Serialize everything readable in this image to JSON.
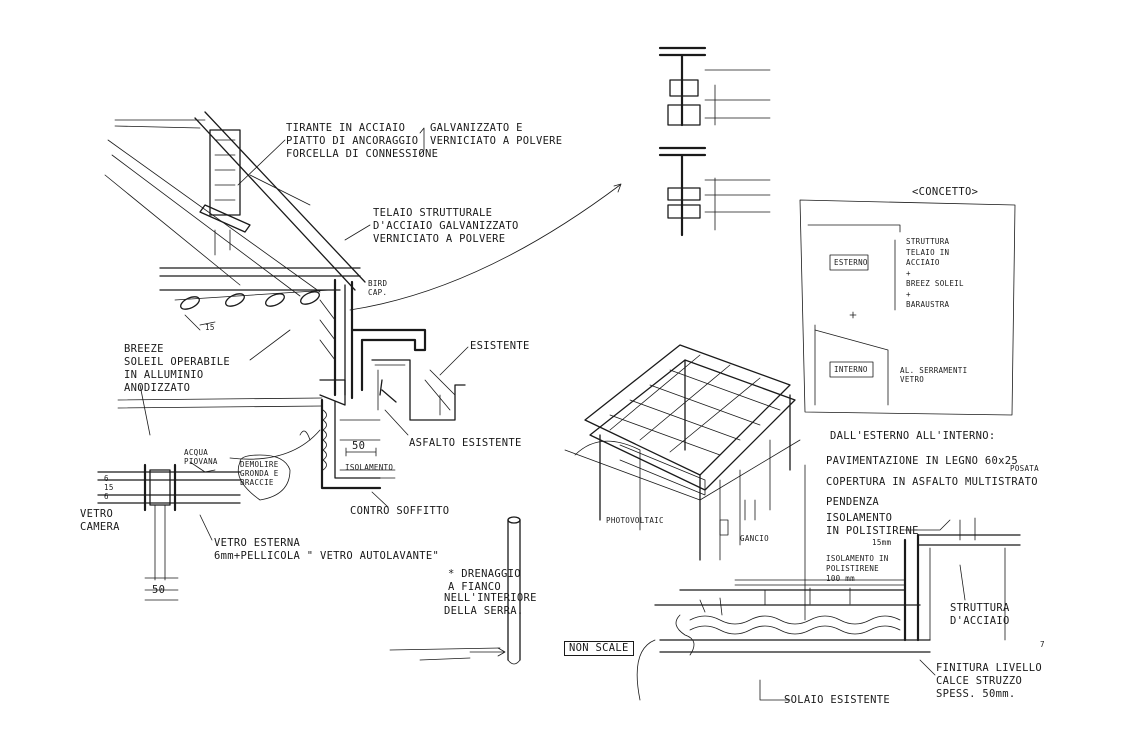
{
  "left_detail": {
    "tirante": [
      "TIRANTE IN ACCIAIO",
      "PIATTO DI ANCORAGGIO",
      "FORCELLA DI CONNESSIONE"
    ],
    "galvanizzato": [
      "GALVANIZZATO E",
      "VERNICIATO A POLVERE"
    ],
    "telaio": [
      "TELAIO STRUTTURALE",
      "D'ACCIAIO GALVANIZZATO",
      "VERNICIATO A POLVERE"
    ],
    "brise": [
      "BREEZE",
      "SOLEIL OPERABILE",
      "IN ALLUMINIO",
      "ANODIZZATO"
    ],
    "esistente": "ESISTENTE",
    "asfalto": "ASFALTO ESISTENTE",
    "demolire": [
      "DEMOLIRE",
      "GRONDA E",
      "BRACCIE"
    ],
    "dim_50": "50",
    "isolamento": "ISOLAMENTO",
    "controsoffitto": "CONTRO SOFFITTO",
    "acqua_piovana": [
      "ACQUA",
      "PIOVANA"
    ],
    "bird_cap": [
      "BIRD",
      "CAP."
    ],
    "angle_15": "15",
    "vetro_camera": [
      "VETRO",
      "CAMERA"
    ],
    "glass_dims": [
      "6",
      "15",
      "6"
    ],
    "vetro_esterna": [
      "VETRO ESTERNA",
      "6mm+PELLICOLA \" VETRO AUTOLAVANTE\""
    ],
    "dim_50_bottom": "50",
    "drenaggio": [
      "* DRENAGGIO",
      "A FIANCO"
    ],
    "interiore": [
      "NELL'INTERIORE",
      "DELLA SERRA."
    ],
    "non_scale": "NON SCALE"
  },
  "perspective": {
    "photovoltaic": "PHOTOVOLTAIC",
    "gancio": "GANCIO"
  },
  "concept": {
    "title": "<CONCETTO>",
    "esterno": "ESTERNO",
    "interno": "INTERNO",
    "struttura": [
      "STRUTTURA",
      "TELAIO IN",
      "ACCIAIO",
      "+",
      "BREEZ SOLEIL",
      "+",
      "BARAUSTRA"
    ],
    "serramenti": [
      "AL. SERRAMENTI",
      "VETRO"
    ]
  },
  "roof_section": {
    "heading": "DALL'ESTERNO ALL'INTERNO:",
    "layers": [
      [
        "PAVIMENTAZIONE IN LEGNO 60x25",
        "POSATA"
      ],
      [
        "COPERTURA IN ASFALTO MULTISTRATO"
      ],
      [
        "PENDENZA"
      ],
      [
        "ISOLAMENTO",
        "IN POLISTIRENE",
        "15mm"
      ],
      [
        "ISOLAMENTO IN",
        "POLISTIRENE",
        "100 mm"
      ]
    ],
    "struttura": [
      "STRUTTURA",
      "D'ACCIAIO"
    ],
    "finitura": [
      "FINITURA LIVELLO",
      "CALCE STRUZZO",
      "SPESS. 50mm."
    ],
    "solaio": "SOLAIO ESISTENTE",
    "page_mark": "7"
  }
}
